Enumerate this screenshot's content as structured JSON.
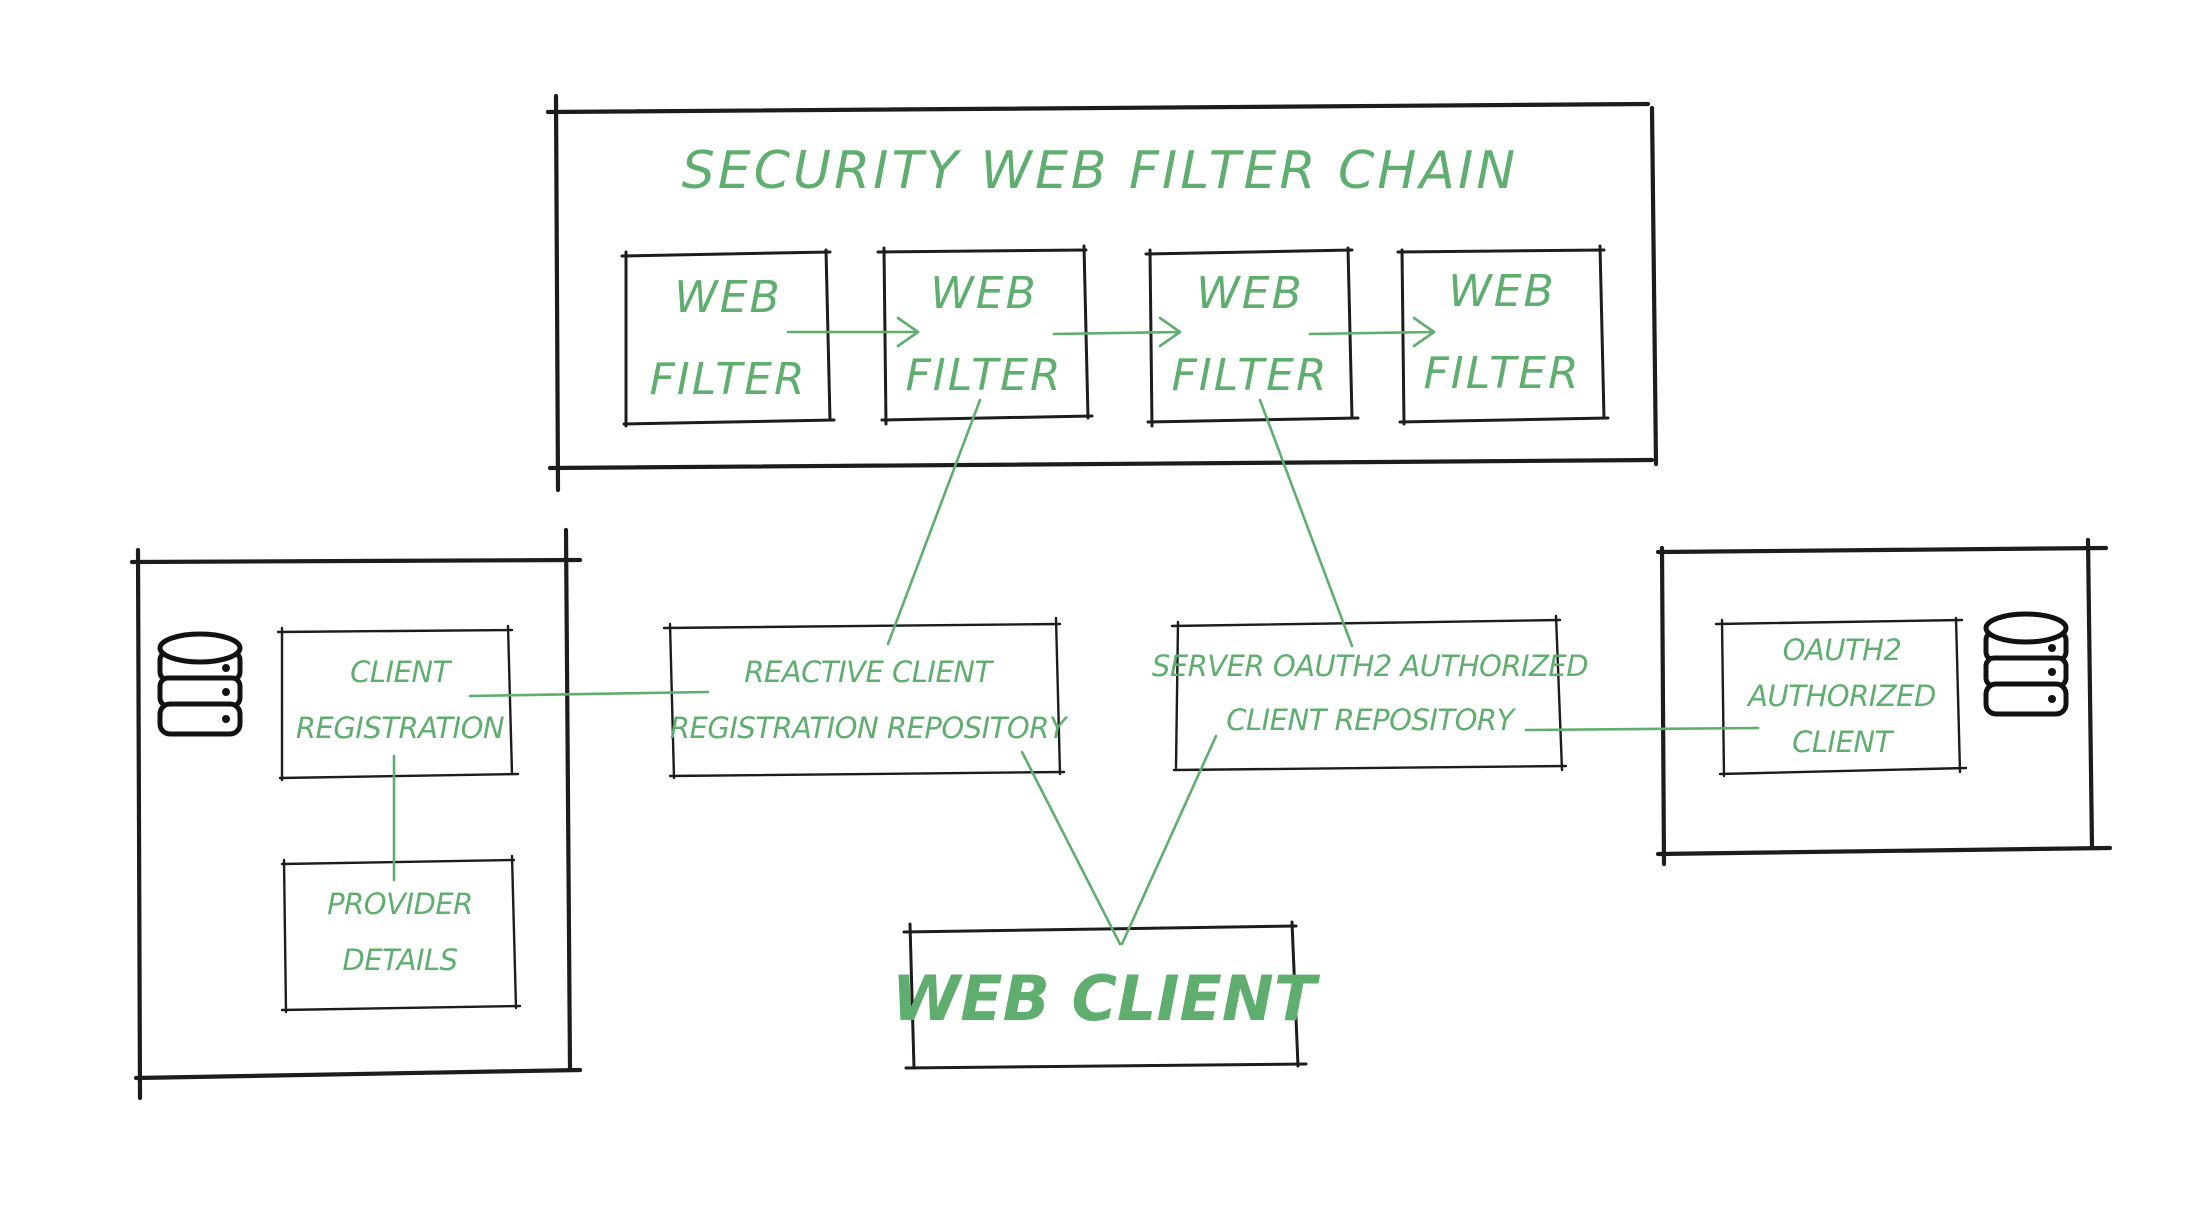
{
  "filter_chain": {
    "title": "SECURITY WEB FILTER CHAIN",
    "filters": [
      {
        "line1": "WEB",
        "line2": "FILTER"
      },
      {
        "line1": "WEB",
        "line2": "FILTER"
      },
      {
        "line1": "WEB",
        "line2": "FILTER"
      },
      {
        "line1": "WEB",
        "line2": "FILTER"
      }
    ]
  },
  "left_group": {
    "icon": "database-icon",
    "client_registration": {
      "line1": "CLIENT",
      "line2": "REGISTRATION"
    },
    "provider_details": {
      "line1": "PROVIDER",
      "line2": "DETAILS"
    }
  },
  "reactive_repo": {
    "line1": "REACTIVE CLIENT",
    "line2": "REGISTRATION REPOSITORY"
  },
  "authorized_repo": {
    "line1": "SERVER OAUTH2 AUTHORIZED",
    "line2": "CLIENT REPOSITORY"
  },
  "right_group": {
    "icon": "database-icon",
    "authorized_client": {
      "line1": "OAUTH2",
      "line2": "AUTHORIZED",
      "line3": "CLIENT"
    }
  },
  "web_client": {
    "label": "WEB CLIENT"
  },
  "colors": {
    "accent": "#5fae6f",
    "ink": "#1c1c1c",
    "background": "#ffffff"
  }
}
